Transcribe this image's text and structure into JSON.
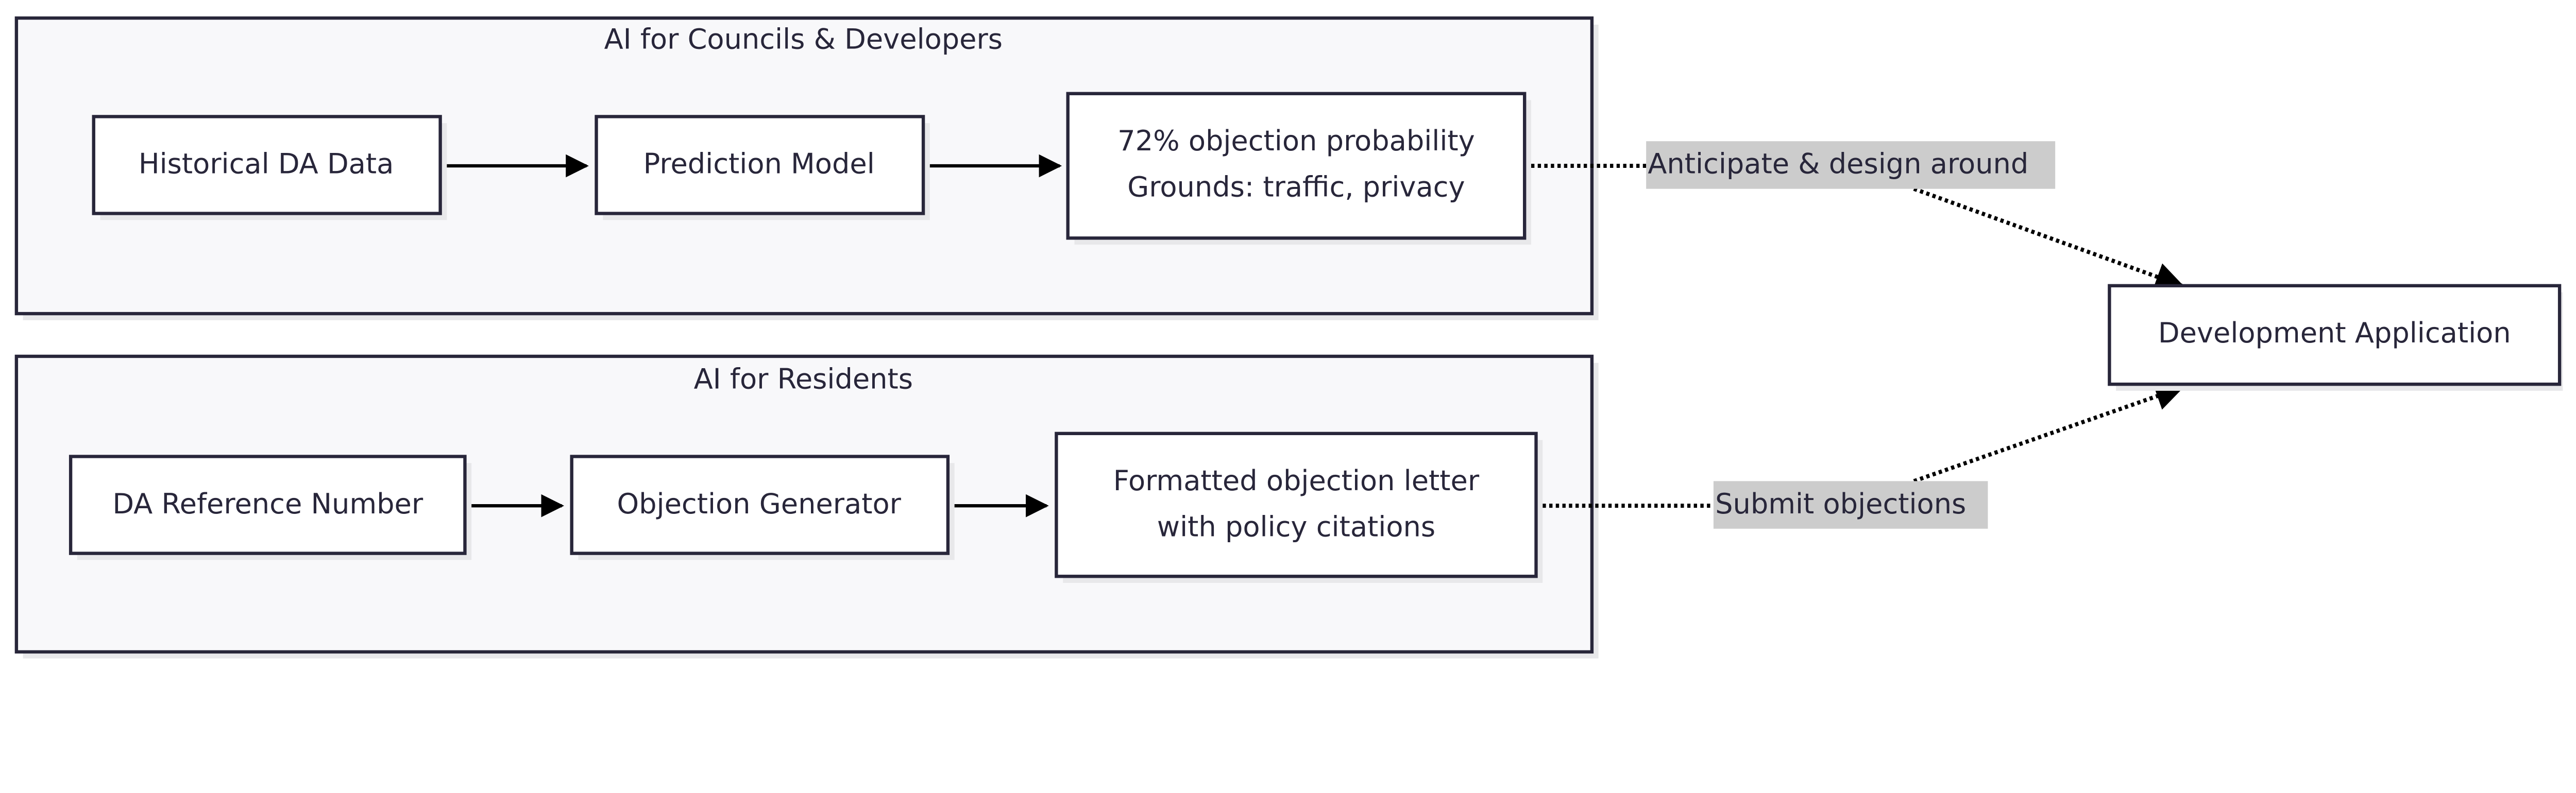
{
  "groups": {
    "councils": {
      "title": "AI for Councils & Developers"
    },
    "residents": {
      "title": "AI for Residents"
    }
  },
  "nodes": {
    "historical": "Historical DA Data",
    "prediction": "Prediction Model",
    "probability_line1": "72% objection probability",
    "probability_line2": "Grounds: traffic, privacy",
    "reference": "DA Reference Number",
    "generator": "Objection Generator",
    "letter_line1": "Formatted objection letter",
    "letter_line2": "with policy citations",
    "application": "Development Application"
  },
  "edge_labels": {
    "anticipate": "Anticipate & design around",
    "submit": "Submit objections"
  },
  "colors": {
    "border": "#28263a",
    "group_fill": "#f8f8fa",
    "label_bg": "#cccccc"
  }
}
